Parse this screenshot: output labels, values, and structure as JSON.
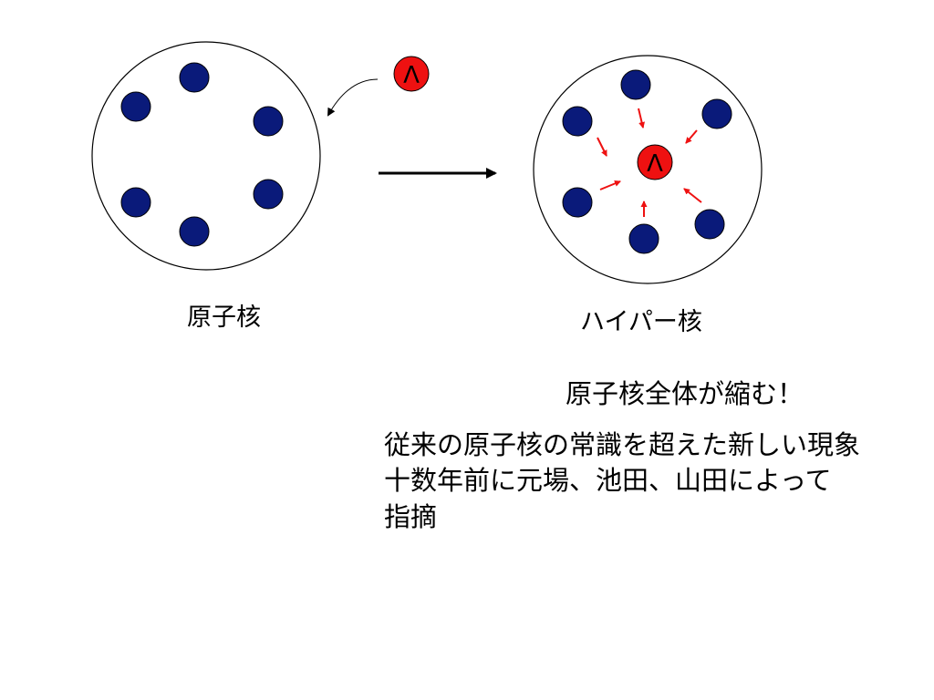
{
  "nucleus": {
    "label": "原子核",
    "nucleon_color": "#0a1a7a"
  },
  "incoming_particle": {
    "symbol": "Λ",
    "color": "#ee1111"
  },
  "hypernucleus": {
    "label": "ハイパー核",
    "core_symbol": "Λ",
    "core_color": "#ee1111",
    "arrow_color": "#ee1111"
  },
  "headline": "原子核全体が縮む！",
  "description": [
    "従来の原子核の常識を超えた新しい現象",
    "十数年前に元場、池田、山田によって",
    "指摘"
  ]
}
